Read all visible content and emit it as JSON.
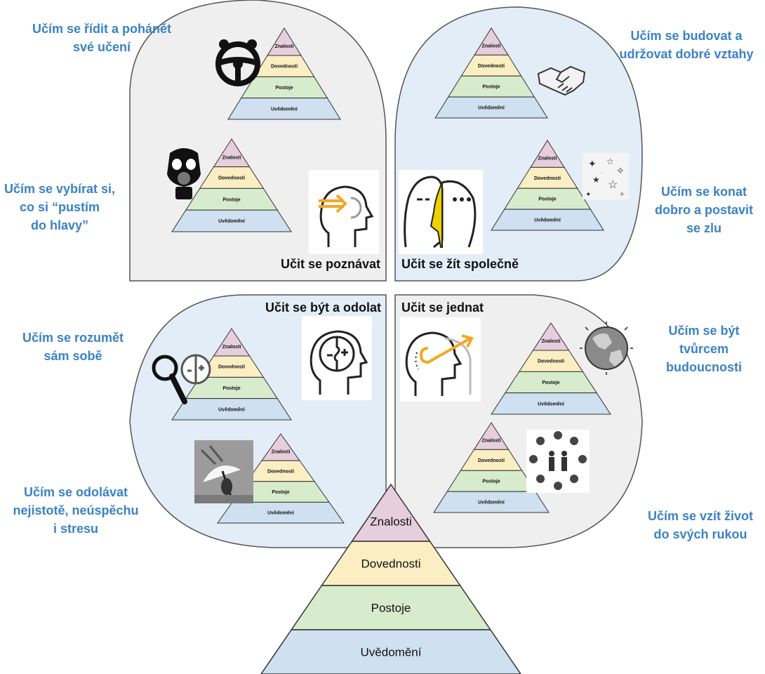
{
  "levels": [
    "Znalosti",
    "Dovednosti",
    "Postoje",
    "Uvědomění"
  ],
  "level_colors": [
    "#e6cedd",
    "#fbeec2",
    "#d7ebcd",
    "#cfe0f0"
  ],
  "quadrants": {
    "top_left": {
      "title": "Učit se poznávat",
      "bg": "#efefef"
    },
    "top_right": {
      "title": "Učit se žít společně",
      "bg": "#e3edf7"
    },
    "bottom_left": {
      "title": "Učit se být a odolat",
      "bg": "#e3edf7"
    },
    "bottom_right": {
      "title": "Učit se jednat",
      "bg": "#efefef"
    }
  },
  "competences": {
    "tl1": [
      "Učím se řídit a pohánět",
      "své učení"
    ],
    "tl2": [
      "Učím se vybírat si,",
      "co si “pustím",
      "do hlavy”"
    ],
    "tr1": [
      "Učím se budovat a",
      "udržovat dobré vztahy"
    ],
    "tr2": [
      "Učím se konat",
      "dobro a postavit",
      "se zlu"
    ],
    "bl1": [
      "Učím se rozumět",
      "sám sobě"
    ],
    "bl2": [
      "Učím se odolávat",
      "nejistotě, neúspěchu",
      "i stresu"
    ],
    "br1": [
      "Učím se být",
      "tvůrcem",
      "budoucnosti"
    ],
    "br2": [
      "Učím se vzít život",
      "do svých rukou"
    ]
  },
  "icons": [
    "steering-wheel-icon",
    "gas-mask-icon",
    "head-focus-icon",
    "two-heads-icon",
    "handshake-icon",
    "stars-icon",
    "head-puzzle-icon",
    "magnifier-icon",
    "umbrella-storm-icon",
    "head-arrow-icon",
    "globe-icon",
    "people-circle-icon"
  ]
}
